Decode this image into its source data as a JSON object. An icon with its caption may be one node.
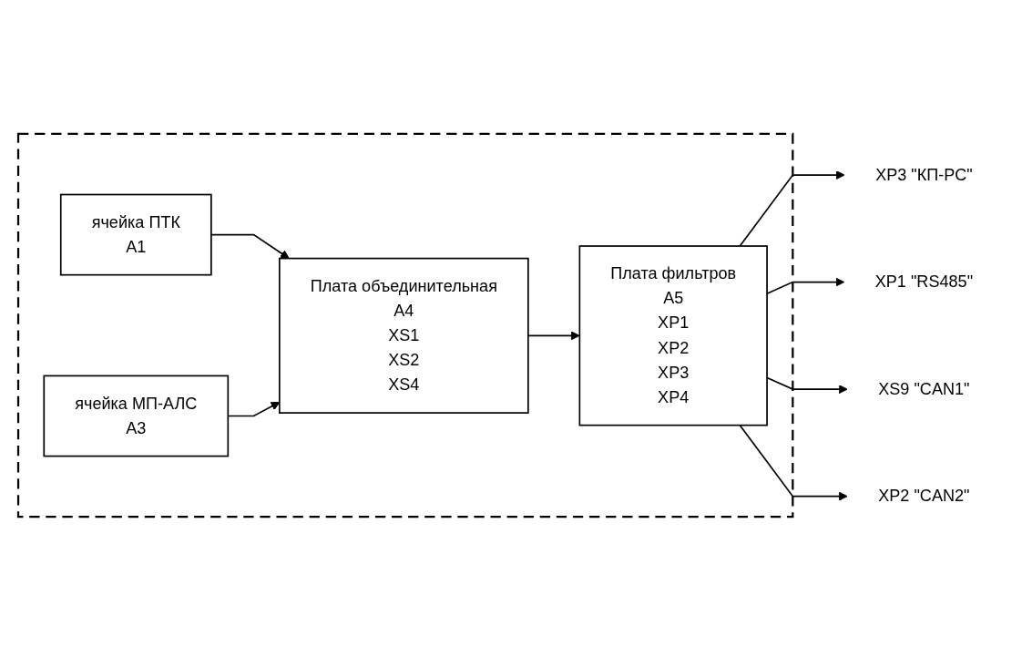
{
  "diagram": {
    "nodes": [
      {
        "text": [],
        "shape": "box"
      },
      {
        "text": [
          "ячейка ПТК",
          "A1"
        ],
        "in": 0
      },
      {
        "text": [
          "ячейка МП-АЛС",
          "A3"
        ],
        "in": 0
      },
      {
        "text": [
          "Плата объединительная",
          "A4",
          "XS1",
          "XS2",
          "XS4"
        ],
        "in": 0
      },
      {
        "text": [
          "Плата фильтров",
          "A5",
          "XP1",
          "XP2",
          "XP3",
          "XP4"
        ],
        "in": 0
      },
      {
        "text": [
          "XP3 \"КП-РС\""
        ]
      },
      {
        "text": [
          "XP1 \"RS485\""
        ]
      },
      {
        "text": [
          "XS9 \"CAN1\""
        ]
      },
      {
        "text": [
          "XP2 \"CAN2\""
        ]
      }
    ],
    "edges": [
      {
        "from": 1,
        "to": 3,
        "arrow": "to"
      },
      {
        "from": 2,
        "to": 3,
        "arrow": "to"
      },
      {
        "from": 3,
        "to": 4,
        "arrow": "to"
      },
      {
        "from": 4,
        "to": 5,
        "arrow": "to"
      },
      {
        "from": 4,
        "to": 6,
        "arrow": "to"
      },
      {
        "from": 4,
        "to": 7,
        "arrow": "to"
      },
      {
        "from": 4,
        "to": 8,
        "arrow": "to"
      }
    ]
  }
}
